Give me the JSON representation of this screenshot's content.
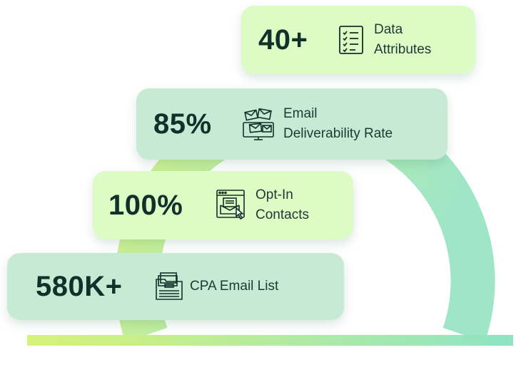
{
  "stats": [
    {
      "value": "40+",
      "label_lines": [
        "Data",
        "Attributes"
      ],
      "icon": "checklist-icon"
    },
    {
      "value": "85%",
      "label_lines": [
        "Email",
        "Deliverability Rate"
      ],
      "icon": "email-monitor-icon"
    },
    {
      "value": "100%",
      "label_lines": [
        "Opt-In",
        "Contacts"
      ],
      "icon": "email-click-icon"
    },
    {
      "value": "580K+",
      "label_lines": [
        "CPA Email List"
      ],
      "icon": "file-folder-icon"
    }
  ],
  "colors": {
    "card_light": "#dcfbc5",
    "card_mint": "#c6ead4",
    "text_dark": "#12302a",
    "ring_start": "#d4f28e",
    "ring_end": "#9fe5c8"
  }
}
